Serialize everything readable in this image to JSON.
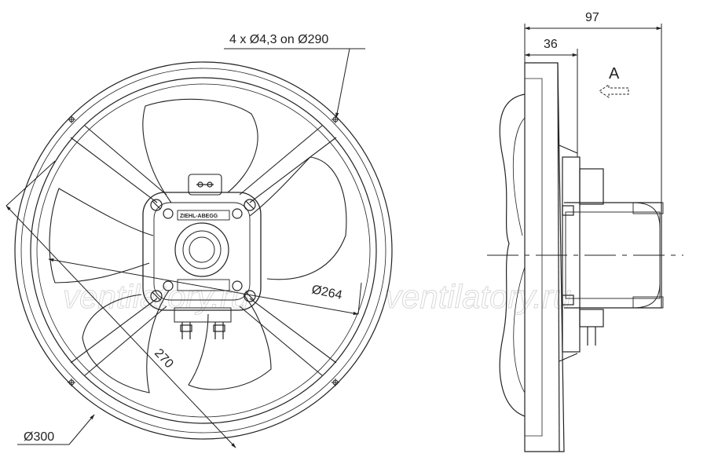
{
  "front_view": {
    "holes_label": "4 x  Ø4,3 on Ø290",
    "dia_264_label": "Ø264",
    "dim_270_label": "270",
    "dia_300_label": "Ø300",
    "brand_label": "ZIEHL-ABEGG"
  },
  "side_view": {
    "dim_97_label": "97",
    "dim_36_label": "36",
    "view_a_label": "A"
  },
  "watermark": {
    "left": "ventilatory.ru",
    "right": "ventilatory.ru"
  },
  "colors": {
    "line": "#222222",
    "watermark": "#d8d8d8"
  }
}
